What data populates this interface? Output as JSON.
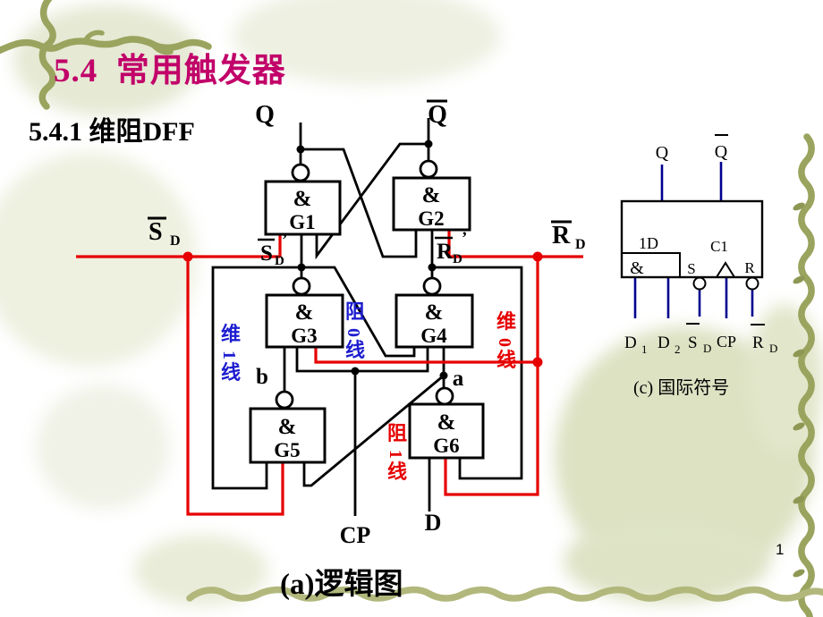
{
  "slide": {
    "title": "5.4  常用触发器",
    "subtitle": "5.4.1 维阻DFF",
    "page_number": "1"
  },
  "logic": {
    "caption": "(a)逻辑图",
    "gates": [
      {
        "sym": "&",
        "id": "G1"
      },
      {
        "sym": "&",
        "id": "G2"
      },
      {
        "sym": "&",
        "id": "G3"
      },
      {
        "sym": "&",
        "id": "G4"
      },
      {
        "sym": "&",
        "id": "G5"
      },
      {
        "sym": "&",
        "id": "G6"
      }
    ],
    "pins": {
      "q": "Q",
      "qbar": "Q",
      "sd": "S",
      "sd_sub": "D",
      "rd": "R",
      "rd_sub": "D",
      "sdp": "S",
      "sdp_sub": "D",
      "sdp_prime": "’",
      "rdp": "R",
      "rdp_sub": "D",
      "rdp_prime": "’",
      "a": "a",
      "b": "b",
      "cp": "CP",
      "d": "D"
    },
    "wire_labels": {
      "block0": {
        "c1": "阻",
        "c2": "0",
        "c3": "线"
      },
      "hold1": {
        "c1": "维",
        "c2": "1",
        "c3": "线"
      },
      "hold0": {
        "c1": "维",
        "c2": "0",
        "c3": "线"
      },
      "block1": {
        "c1": "阻",
        "c2": "1",
        "c3": "线"
      }
    }
  },
  "symbol": {
    "caption": "(c) 国际符号",
    "box": {
      "d": "1D",
      "amp": "&",
      "s": "S",
      "c": "C1",
      "r": "R"
    },
    "top": {
      "q": "Q",
      "qbar": "Q"
    },
    "bottom": {
      "d1": "D",
      "d1_sub": "1",
      "d2": "D",
      "d2_sub": "2",
      "sd": "S",
      "sd_sub": "D",
      "cp": "CP",
      "rd": "R",
      "rd_sub": "D"
    }
  },
  "colors": {
    "title": "#c10069",
    "red_wire": "#e60000",
    "blue_label": "#1d1dd0",
    "navy_wire": "#00008f",
    "vine": "#9aa45e",
    "wave": "#b2b87c"
  }
}
